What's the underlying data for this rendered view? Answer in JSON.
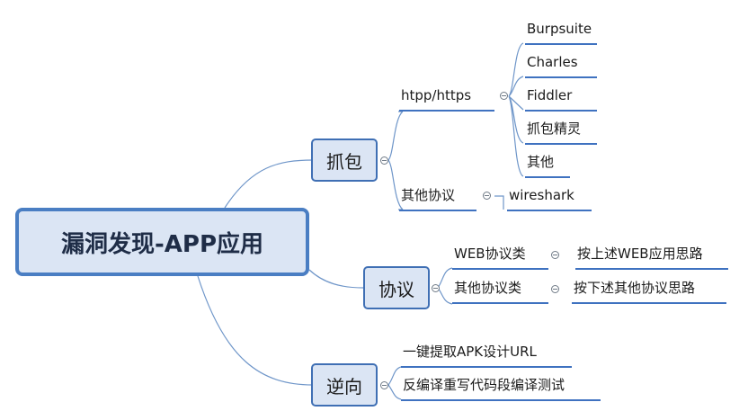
{
  "diagram": {
    "root": "漏洞发现-APP应用",
    "branches": [
      {
        "label": "抓包",
        "groups": [
          {
            "label": "htpp/https",
            "items": [
              "Burpsuite",
              "Charles",
              "Fiddler",
              "抓包精灵",
              "其他"
            ]
          },
          {
            "label": "其他协议",
            "items": [
              "wireshark"
            ]
          }
        ]
      },
      {
        "label": "协议",
        "groups": [
          {
            "label": "WEB协议类",
            "items": [
              "按上述WEB应用思路"
            ]
          },
          {
            "label": "其他协议类",
            "items": [
              "按下述其他协议思路"
            ]
          }
        ]
      },
      {
        "label": "逆向",
        "items": [
          "一键提取APK设计URL",
          "反编译重写代码段编译测试"
        ]
      }
    ]
  },
  "colors": {
    "node_fill": "#dbe5f4",
    "node_border": "#3f6fb4",
    "connector": "#6f96c9"
  }
}
